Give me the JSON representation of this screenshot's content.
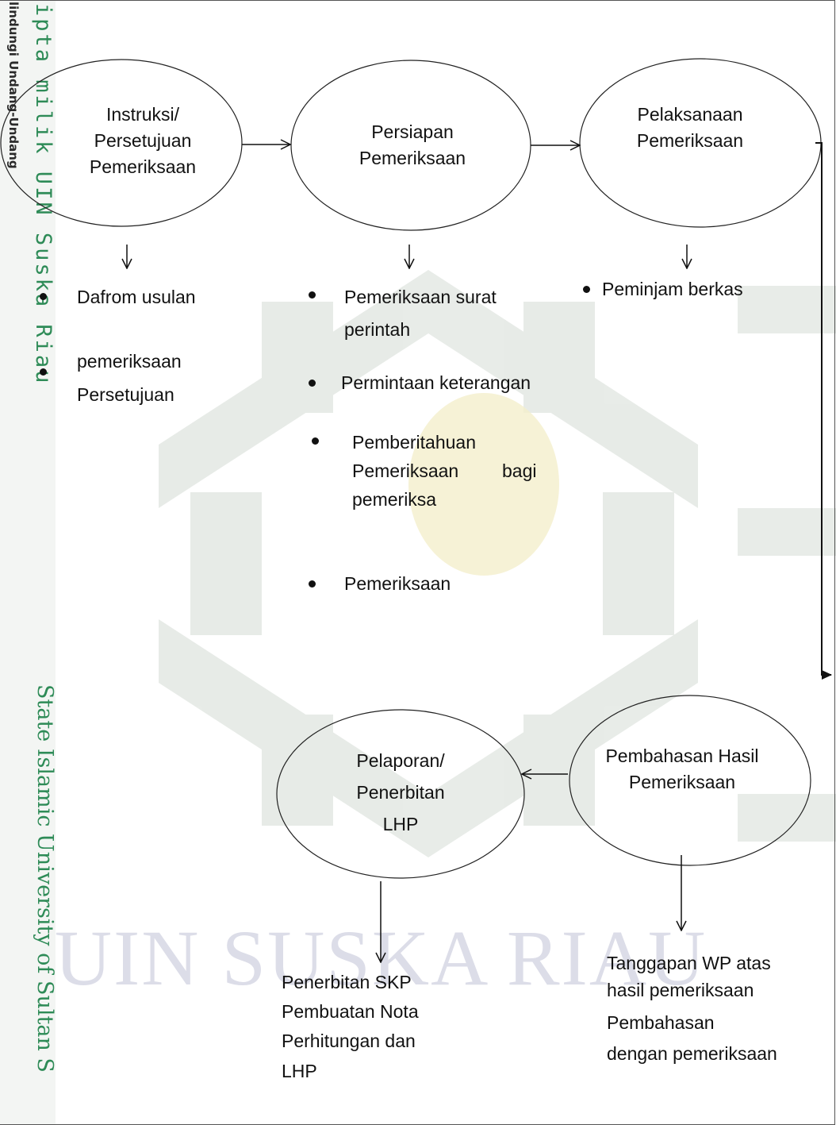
{
  "sidebar": {
    "note": "lindungi Undang-Undang",
    "name_upper": "ipta milik UIN Suska Riau",
    "name_lower": "State Islamic University of Sultan S"
  },
  "watermark": {
    "text": "UIN SUSKA RIAU",
    "colors": {
      "ornament": "#e0e5e0",
      "center": "#f4efcc",
      "text": "#dcdde8"
    }
  },
  "nodes": {
    "instruksi": {
      "lines": [
        "Instruksi/",
        "Persetujuan",
        "Pemeriksaan"
      ]
    },
    "persiapan": {
      "lines": [
        "Persiapan",
        "Pemeriksaan"
      ]
    },
    "pelaksanaan": {
      "lines": [
        "Pelaksanaan",
        "Pemeriksaan"
      ]
    },
    "pembahasan": {
      "lines": [
        "Pembahasan Hasil",
        "Pemeriksaan"
      ]
    },
    "pelaporan": {
      "lines": [
        "Pelaporan/",
        "Penerbitan",
        "LHP"
      ]
    }
  },
  "lists": {
    "instruksi": [
      "Dafrom usulan",
      "pemeriksaan",
      "Persetujuan"
    ],
    "persiapan": [
      "Pemeriksaan surat",
      "perintah",
      "Permintaan keterangan",
      "Pemberitahuan",
      "Pemeriksaan",
      "bagi",
      "pemeriksa",
      "Pemeriksaan"
    ],
    "pelaksanaan": [
      "Peminjam berkas"
    ],
    "pelaporan": [
      "Penerbitan SKP",
      "Pembuatan Nota",
      "Perhitungan dan",
      "LHP"
    ],
    "pembahasan": [
      "Tanggapan WP atas",
      "hasil pemeriksaan",
      "Pembahasan",
      "dengan pemeriksaan"
    ]
  }
}
